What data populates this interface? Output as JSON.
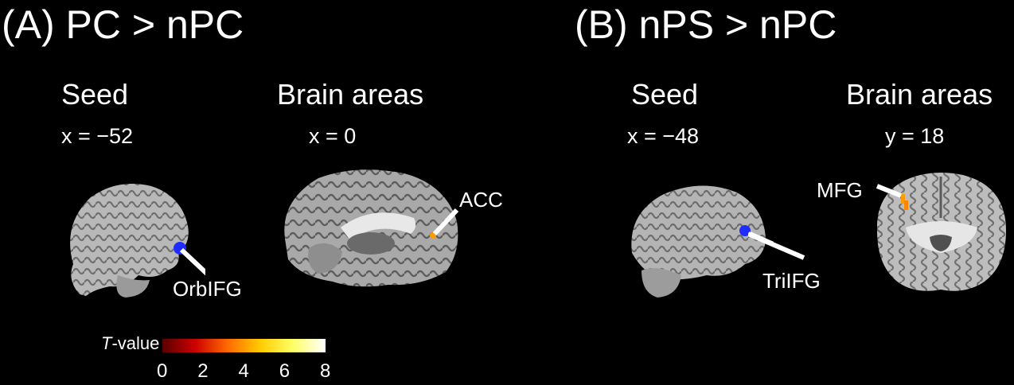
{
  "panel_a": {
    "title": "(A) PC > nPC",
    "seed_label": "Seed",
    "seed_coord": "x = −52",
    "areas_label": "Brain areas",
    "areas_coord": "x = 0",
    "seed_region": "OrbIFG",
    "area_region": "ACC"
  },
  "panel_b": {
    "title": "(B) nPS > nPC",
    "seed_label": "Seed",
    "seed_coord": "x = −48",
    "areas_label": "Brain areas",
    "areas_coord": "y = 18",
    "seed_region": "TriIFG",
    "area_region": "MFG"
  },
  "colorbar": {
    "label_italic": "T",
    "label_rest": "-value",
    "ticks": [
      "0",
      "2",
      "4",
      "6",
      "8"
    ],
    "colors": [
      "#5a0000",
      "#cc0000",
      "#ff6a00",
      "#ffcc00",
      "#ffff66",
      "#ffffff"
    ]
  },
  "colors": {
    "seed": "#1f2cff",
    "activation": "#ff9a00",
    "pointer": "#ffffff"
  }
}
